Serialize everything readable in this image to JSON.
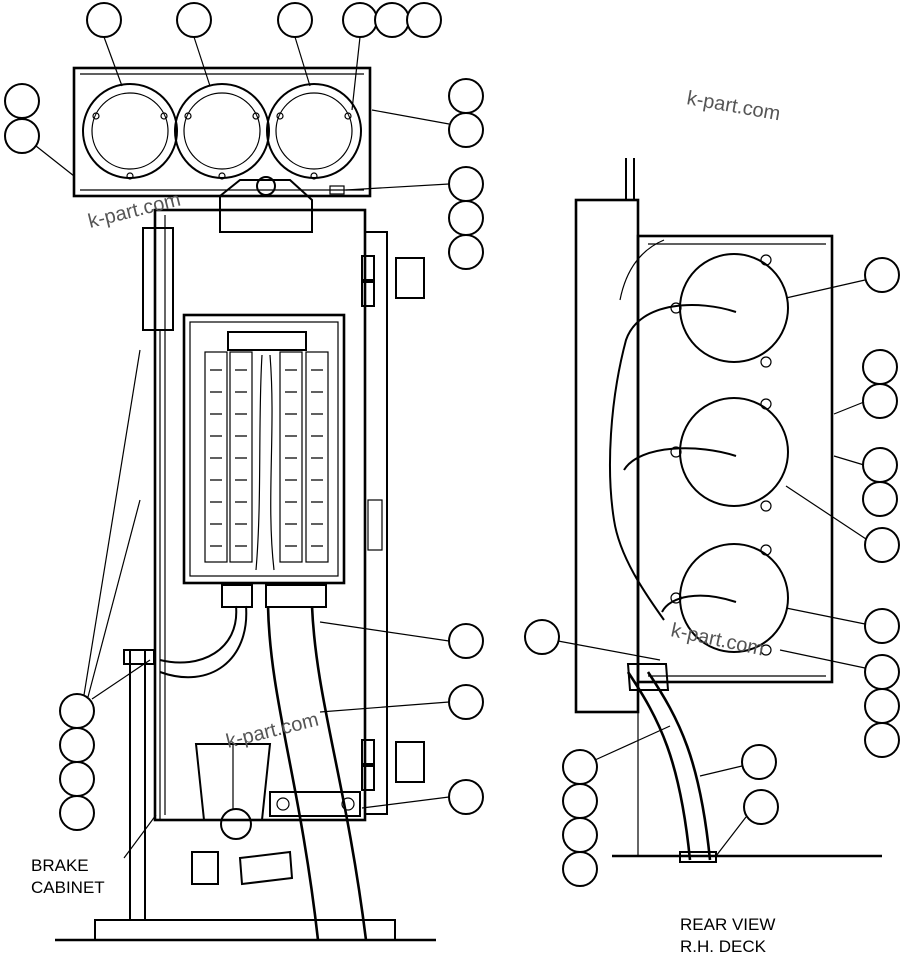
{
  "labels": {
    "brake_cabinet_line1": "BRAKE",
    "brake_cabinet_line2": "CABINET",
    "rear_view_line1": "REAR VIEW",
    "rear_view_line2": "R.H. DECK"
  },
  "watermark": "k-part.com"
}
